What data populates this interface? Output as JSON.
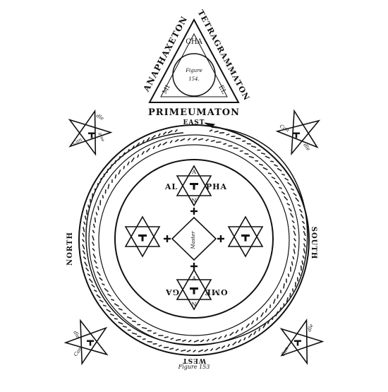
{
  "triangle": {
    "top_word": "CHA",
    "left_side": "ANAPHAXETON",
    "right_side": "TETRAGRAMMATON",
    "inner_left": "MI",
    "inner_right": "EL",
    "figure_word": "Figure",
    "figure_number": "154."
  },
  "seal": {
    "banner": "PRIMEUMATON",
    "top": "EAST",
    "left": "NORTH",
    "right": "SOUTH",
    "bottom": "WEST",
    "figure_caption": "Figure 153"
  },
  "inner": {
    "alpha_left": "AL",
    "alpha_right": "PHA",
    "omega_left": "GA",
    "omega_right": "OME",
    "center_word": "Master",
    "hexagram_letters": [
      "A",
      "N"
    ]
  },
  "pentacles": {
    "word_1": "Can",
    "word_2": "dle",
    "word_3": "grae"
  },
  "colors": {
    "ink": "#111111",
    "paper": "#ffffff"
  }
}
